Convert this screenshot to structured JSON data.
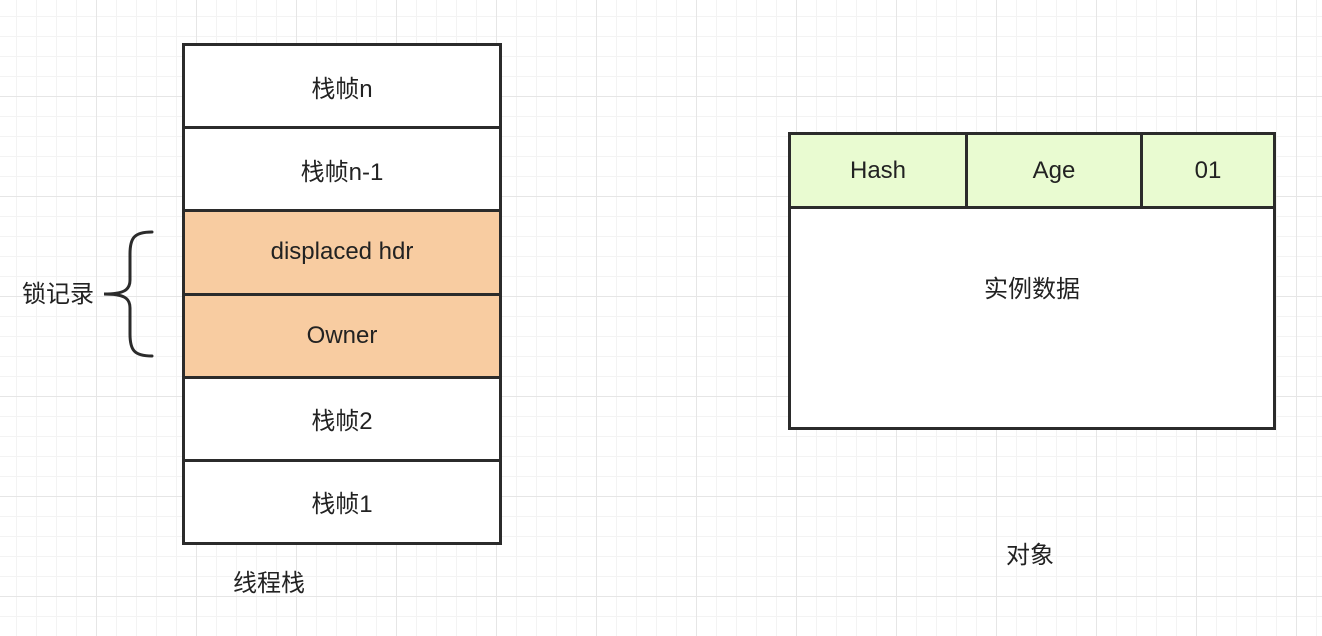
{
  "thread_stack": {
    "frames": [
      {
        "label": "栈帧n",
        "highlight": false
      },
      {
        "label": "栈帧n-1",
        "highlight": false
      },
      {
        "label": "displaced hdr",
        "highlight": true
      },
      {
        "label": "Owner",
        "highlight": true
      },
      {
        "label": "栈帧2",
        "highlight": false
      },
      {
        "label": "栈帧1",
        "highlight": false
      }
    ],
    "caption": "线程栈",
    "lock_record_label": "锁记录"
  },
  "object": {
    "header_cells": [
      "Hash",
      "Age",
      "01"
    ],
    "body_label": "实例数据",
    "caption": "对象"
  },
  "colors": {
    "lock_record_fill": "#f8cca1",
    "mark_word_fill": "#e9fbd1",
    "stroke": "#2b2b2b"
  }
}
